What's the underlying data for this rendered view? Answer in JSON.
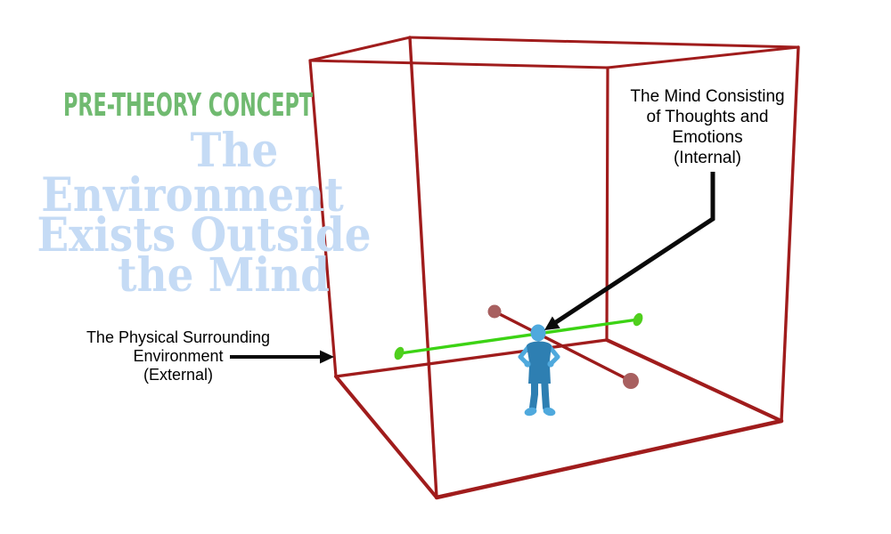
{
  "title": {
    "eyebrow": "PRE-THEORY CONCEPT",
    "lines": [
      "The",
      "Environment",
      "Exists Outside",
      "the Mind"
    ]
  },
  "labels": {
    "internal": "The Mind Consisting\nof Thoughts and\nEmotions\n(Internal)",
    "external": "The Physical Surrounding\nEnvironment\n(External)"
  },
  "colors": {
    "box_red": "#A01C1C",
    "line_red": "#9C1B1B",
    "dot_red": "#A86060",
    "line_green": "#3CD314",
    "dot_green": "#4FCF1D",
    "person_dark": "#2E7FB2",
    "person_light": "#4FA9DD",
    "eyebrow_green": "#70BA70",
    "title_blue": "#C5DBF5",
    "arrow_black": "#0A0A0A"
  }
}
